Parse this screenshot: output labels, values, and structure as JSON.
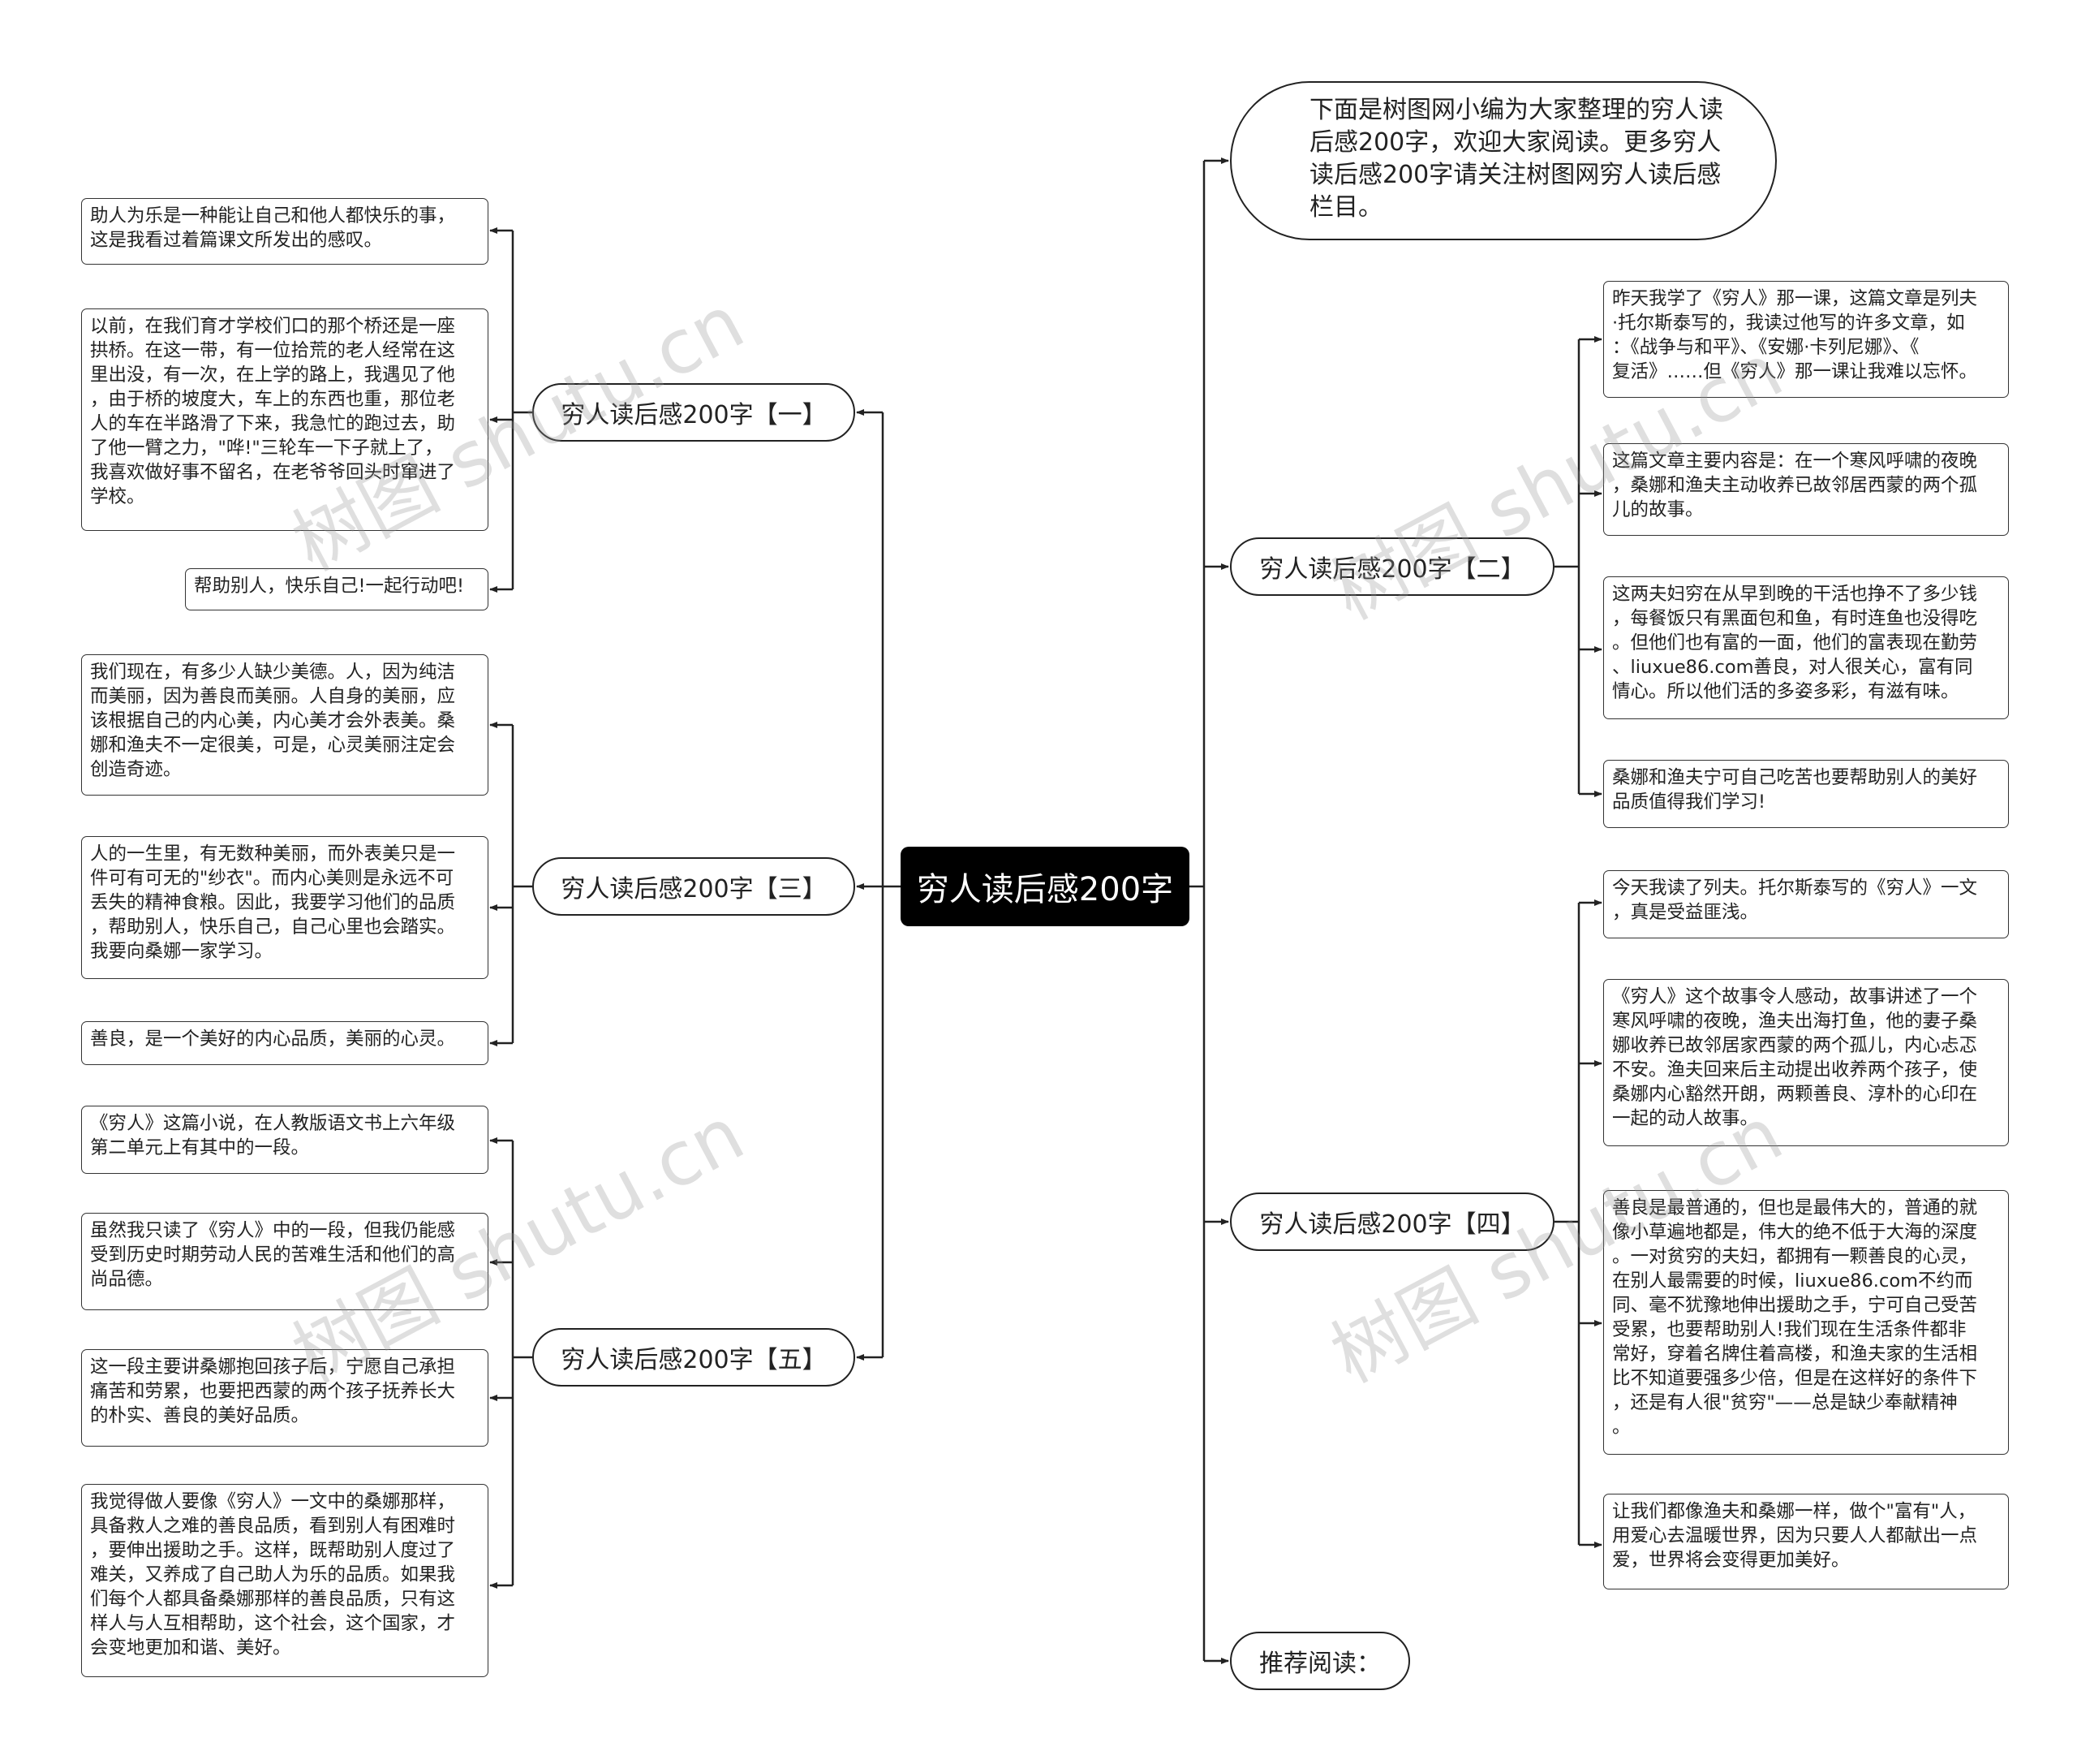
{
  "watermark": "树图 shutu.cn",
  "central": {
    "label": "穷人读后感200字"
  },
  "intro": {
    "text": "下面是树图网小编为大家整理的穷人读后感200字，欢迎大家阅读。更多穷人读后感200字请关注树图网穷人读后感栏目。"
  },
  "branches": {
    "b1": {
      "label": "穷人读后感200字【一】",
      "leaves": [
        "助人为乐是一种能让自己和他人都快乐的事，\n这是我看过着篇课文所发出的感叹。",
        "以前，在我们育才学校们口的那个桥还是一座\n拱桥。在这一带，有一位拾荒的老人经常在这\n里出没，有一次，在上学的路上，我遇见了他\n，由于桥的坡度大，车上的东西也重，那位老\n人的车在半路滑了下来，我急忙的跑过去，助\n了他一臂之力，\"哗!\"三轮车一下子就上了，\n我喜欢做好事不留名，在老爷爷回头时窜进了\n学校。",
        "帮助别人，快乐自己!一起行动吧!"
      ]
    },
    "b3": {
      "label": "穷人读后感200字【三】",
      "leaves": [
        "我们现在，有多少人缺少美德。人，因为纯洁\n而美丽，因为善良而美丽。人自身的美丽，应\n该根据自己的内心美，内心美才会外表美。桑\n娜和渔夫不一定很美，可是，心灵美丽注定会\n创造奇迹。",
        "人的一生里，有无数种美丽，而外表美只是一\n件可有可无的\"纱衣\"。而内心美则是永远不可\n丢失的精神食粮。因此，我要学习他们的品质\n，帮助别人，快乐自己，自己心里也会踏实。\n我要向桑娜一家学习。",
        "善良，是一个美好的内心品质，美丽的心灵。"
      ]
    },
    "b5": {
      "label": "穷人读后感200字【五】",
      "leaves": [
        "《穷人》这篇小说，在人教版语文书上六年级\n第二单元上有其中的一段。",
        "虽然我只读了《穷人》中的一段，但我仍能感\n受到历史时期劳动人民的苦难生活和他们的高\n尚品德。",
        "这一段主要讲桑娜抱回孩子后，宁愿自己承担\n痛苦和劳累，也要把西蒙的两个孩子抚养长大\n的朴实、善良的美好品质。",
        "我觉得做人要像《穷人》一文中的桑娜那样，\n具备救人之难的善良品质，看到别人有困难时\n，要伸出援助之手。这样，既帮助别人度过了\n难关，又养成了自己助人为乐的品质。如果我\n们每个人都具备桑娜那样的善良品质，只有这\n样人与人互相帮助，这个社会，这个国家，才\n会变地更加和谐、美好。"
      ]
    },
    "b2": {
      "label": "穷人读后感200字【二】",
      "leaves": [
        "昨天我学了《穷人》那一课，这篇文章是列夫\n·托尔斯泰写的，我读过他写的许多文章，如\n：《战争与和平》、《安娜·卡列尼娜》、《\n复活》……但《穷人》那一课让我难以忘怀。",
        "这篇文章主要内容是：在一个寒风呼啸的夜晚\n，桑娜和渔夫主动收养已故邻居西蒙的两个孤\n儿的故事。",
        "这两夫妇穷在从早到晚的干活也挣不了多少钱\n，每餐饭只有黑面包和鱼，有时连鱼也没得吃\n。但他们也有富的一面，他们的富表现在勤劳\n、liuxue86.com善良，对人很关心，富有同\n情心。所以他们活的多姿多彩，有滋有味。",
        "桑娜和渔夫宁可自己吃苦也要帮助别人的美好\n品质值得我们学习!"
      ]
    },
    "b4": {
      "label": "穷人读后感200字【四】",
      "leaves": [
        "今天我读了列夫。托尔斯泰写的《穷人》一文\n，真是受益匪浅。",
        "《穷人》这个故事令人感动，故事讲述了一个\n寒风呼啸的夜晚，渔夫出海打鱼，他的妻子桑\n娜收养已故邻居家西蒙的两个孤儿，内心忐忑\n不安。渔夫回来后主动提出收养两个孩子，使\n桑娜内心豁然开朗，两颗善良、淳朴的心印在\n一起的动人故事。",
        "善良是最普通的，但也是最伟大的，普通的就\n像小草遍地都是，伟大的绝不低于大海的深度\n。一对贫穷的夫妇，都拥有一颗善良的心灵，\n在别人最需要的时候，liuxue86.com不约而\n同、毫不犹豫地伸出援助之手，宁可自己受苦\n受累，也要帮助别人!我们现在生活条件都非\n常好，穿着名牌住着高楼，和渔夫家的生活相\n比不知道要强多少倍，但是在这样好的条件下\n，还是有人很\"贫穷\"——总是缺少奉献精神\n。",
        "让我们都像渔夫和桑娜一样，做个\"富有\"人，\n用爱心去温暖世界，因为只要人人都献出一点\n爱，世界将会变得更加美好。"
      ]
    },
    "b6": {
      "label": "推荐阅读：",
      "leaves": []
    }
  }
}
